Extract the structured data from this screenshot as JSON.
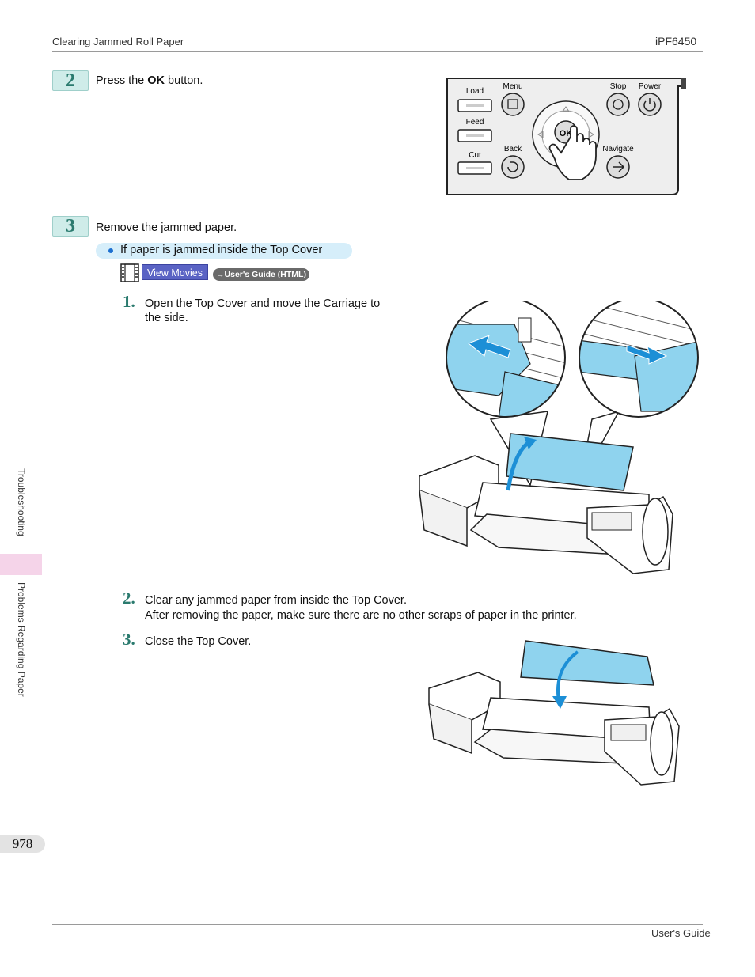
{
  "header": {
    "section": "Clearing Jammed Roll Paper",
    "model": "iPF6450"
  },
  "footer": {
    "guide": "User's Guide",
    "page_number": "978"
  },
  "side_tabs": {
    "top": "Troubleshooting",
    "bottom": "Problems Regarding Paper"
  },
  "step2": {
    "number": "2",
    "text_prefix": "Press the ",
    "text_bold": "OK",
    "text_suffix": " button."
  },
  "panel": {
    "load": "Load",
    "feed": "Feed",
    "cut": "Cut",
    "menu": "Menu",
    "back": "Back",
    "stop": "Stop",
    "power": "Power",
    "navigate": "Navigate",
    "ok": "OK"
  },
  "step3": {
    "number": "3",
    "text": "Remove the jammed paper.",
    "bullet": "If paper is jammed inside the Top Cover",
    "movies_label": "View Movies",
    "guide_link": "→User's Guide (HTML)",
    "sub1_num": "1.",
    "sub1_line1": "Open the Top Cover and move the Carriage to",
    "sub1_line2": "the side.",
    "sub2_num": "2.",
    "sub2_line1": "Clear any jammed paper from inside the Top Cover.",
    "sub2_line2": "After removing the paper, make sure there are no other scraps of paper in the printer.",
    "sub3_num": "3.",
    "sub3_line1": "Close the Top Cover."
  },
  "colors": {
    "accent_teal": "#2a7a6e",
    "cover_blue": "#8fd3ee",
    "arrow_blue": "#1c8fd6",
    "tab_pink": "#f5d4e9"
  }
}
